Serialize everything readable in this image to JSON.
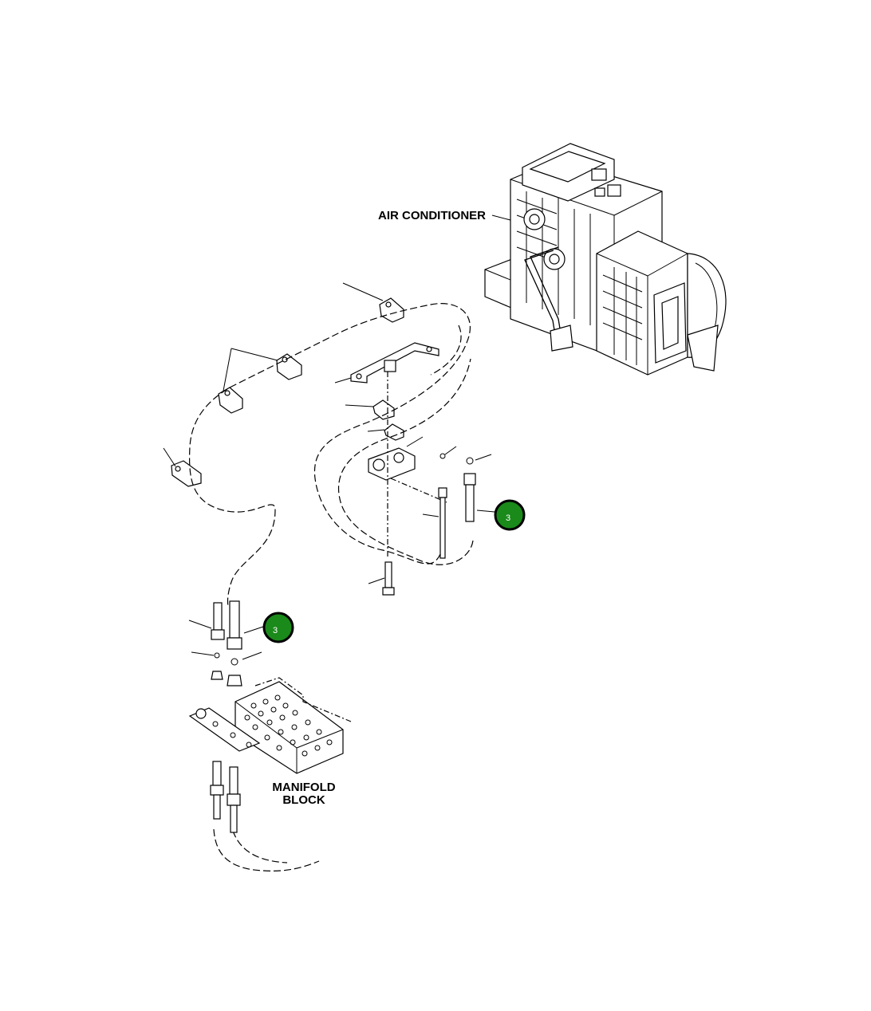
{
  "labels": {
    "air_conditioner": "AIR CONDITIONER",
    "manifold_line1": "MANIFOLD",
    "manifold_line2": "BLOCK"
  },
  "callouts": [
    {
      "number": "3"
    },
    {
      "number": "3"
    }
  ],
  "colors": {
    "callout_fill": "#1a8a1a",
    "line": "#000000",
    "background": "#ffffff"
  }
}
